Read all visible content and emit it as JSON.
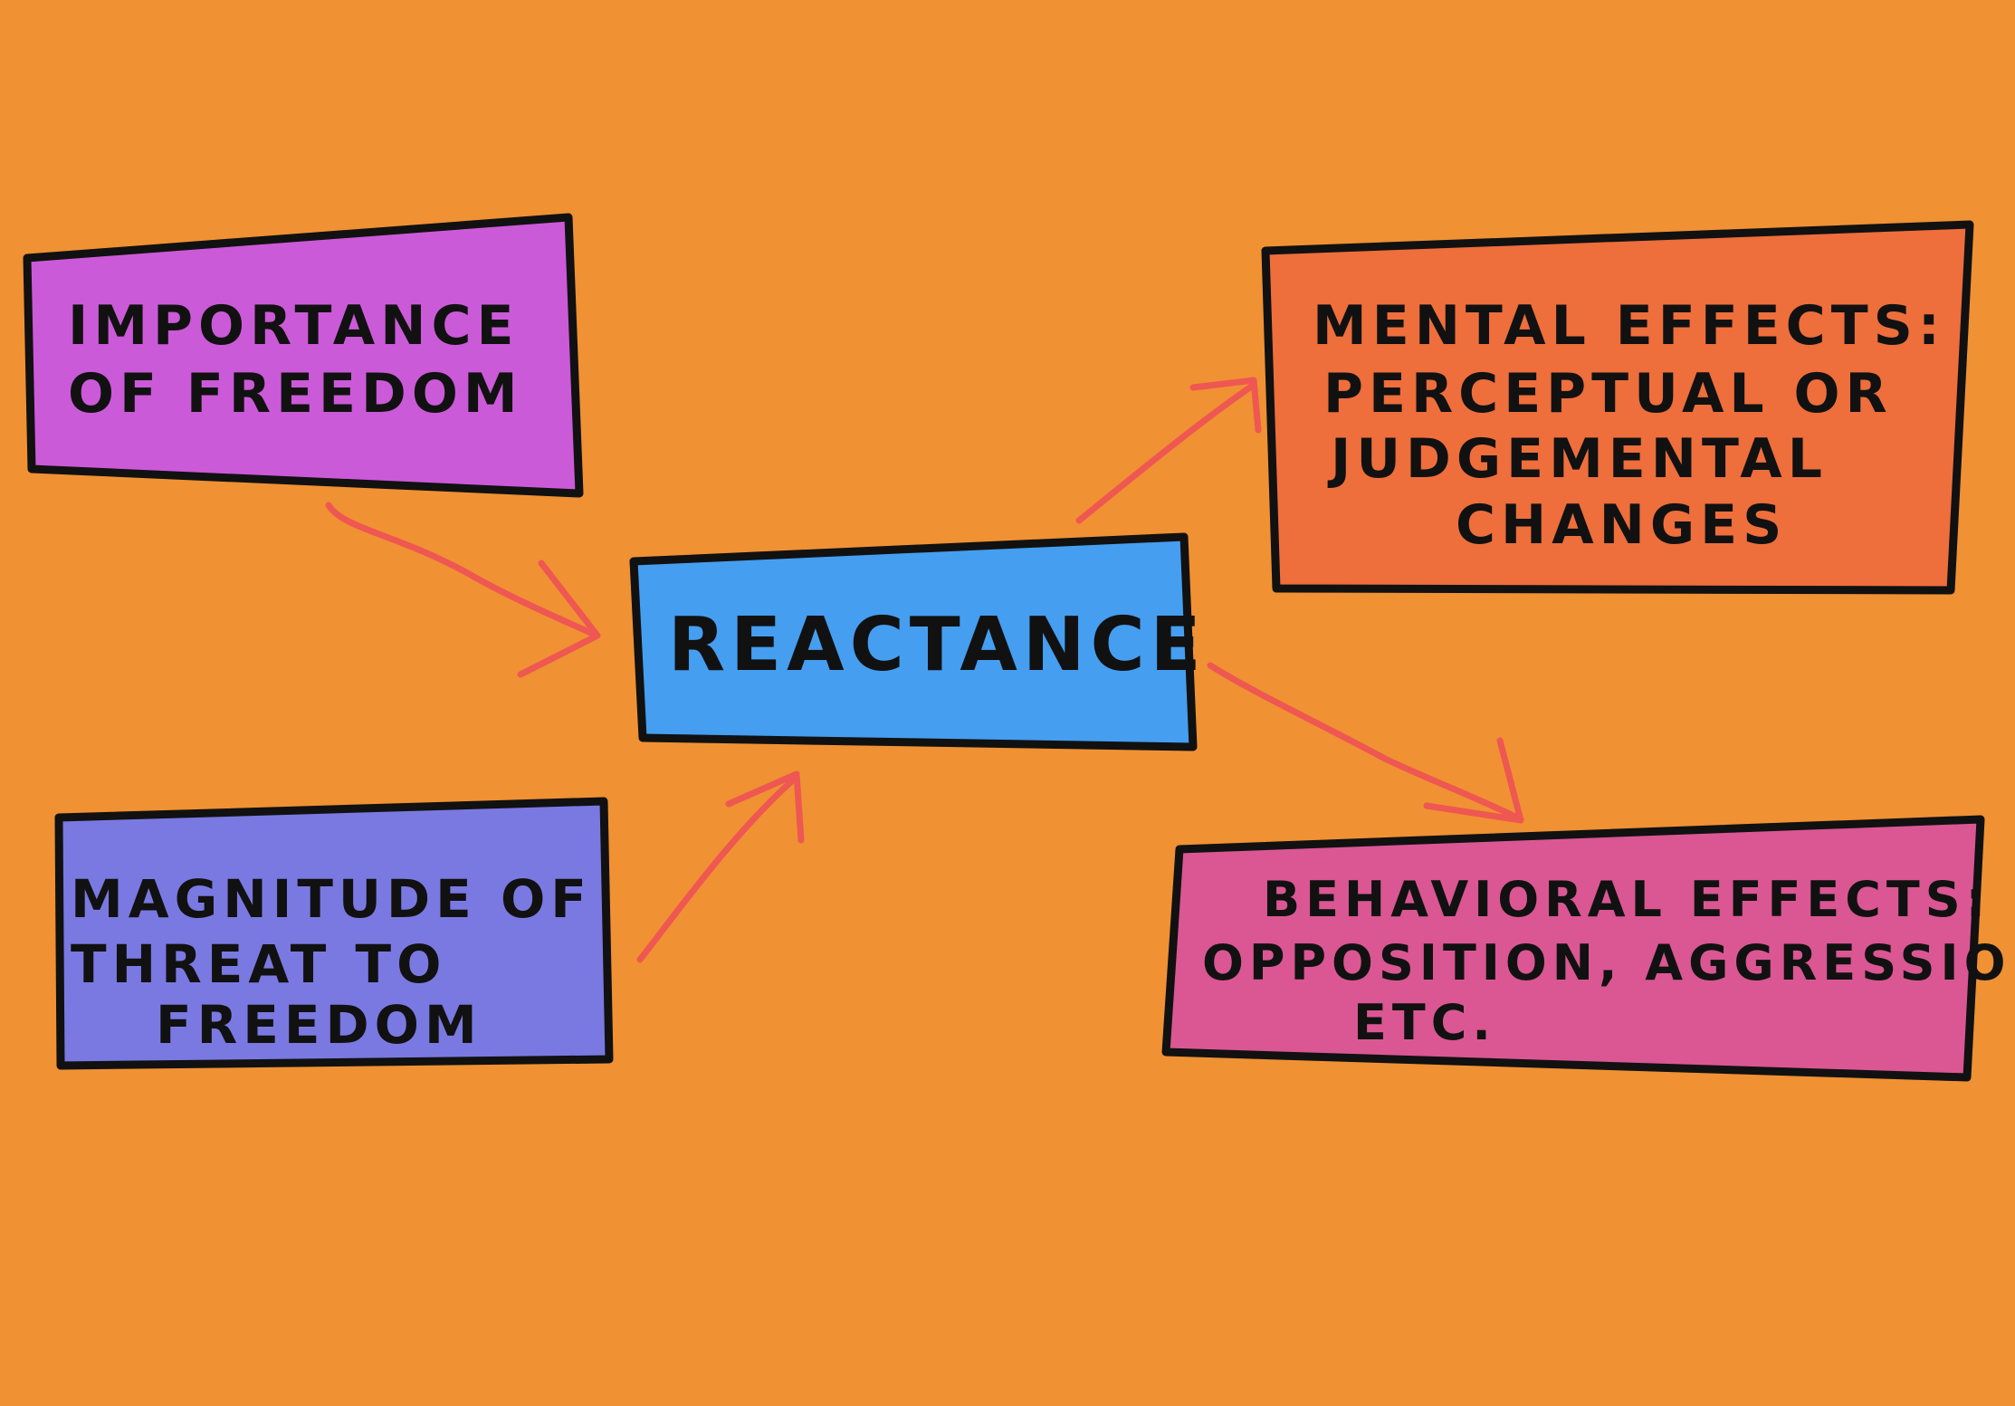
{
  "colors": {
    "background": "#F09133",
    "arrow": "#EE5752",
    "outline": "#111111",
    "importance_box": "#CB5AD8",
    "magnitude_box": "#7A79E2",
    "reactance_box": "#459EF0",
    "mental_box": "#EE6E3C",
    "behavioral_box": "#DA5793"
  },
  "nodes": {
    "importance": {
      "lines": [
        "IMPORTANCE",
        "OF FREEDOM"
      ]
    },
    "magnitude": {
      "lines": [
        "MAGNITUDE OF",
        "THREAT TO",
        "FREEDOM"
      ]
    },
    "reactance": {
      "lines": [
        "REACTANCE"
      ]
    },
    "mental": {
      "lines": [
        "MENTAL EFFECTS:",
        "PERCEPTUAL OR",
        "JUDGEMENTAL",
        "CHANGES"
      ]
    },
    "behavioral": {
      "lines": [
        "BEHAVIORAL EFFECTS:",
        "OPPOSITION, AGGRESSION,",
        "ETC."
      ]
    }
  },
  "edges": [
    {
      "from": "importance",
      "to": "reactance"
    },
    {
      "from": "magnitude",
      "to": "reactance"
    },
    {
      "from": "reactance",
      "to": "mental"
    },
    {
      "from": "reactance",
      "to": "behavioral"
    }
  ]
}
